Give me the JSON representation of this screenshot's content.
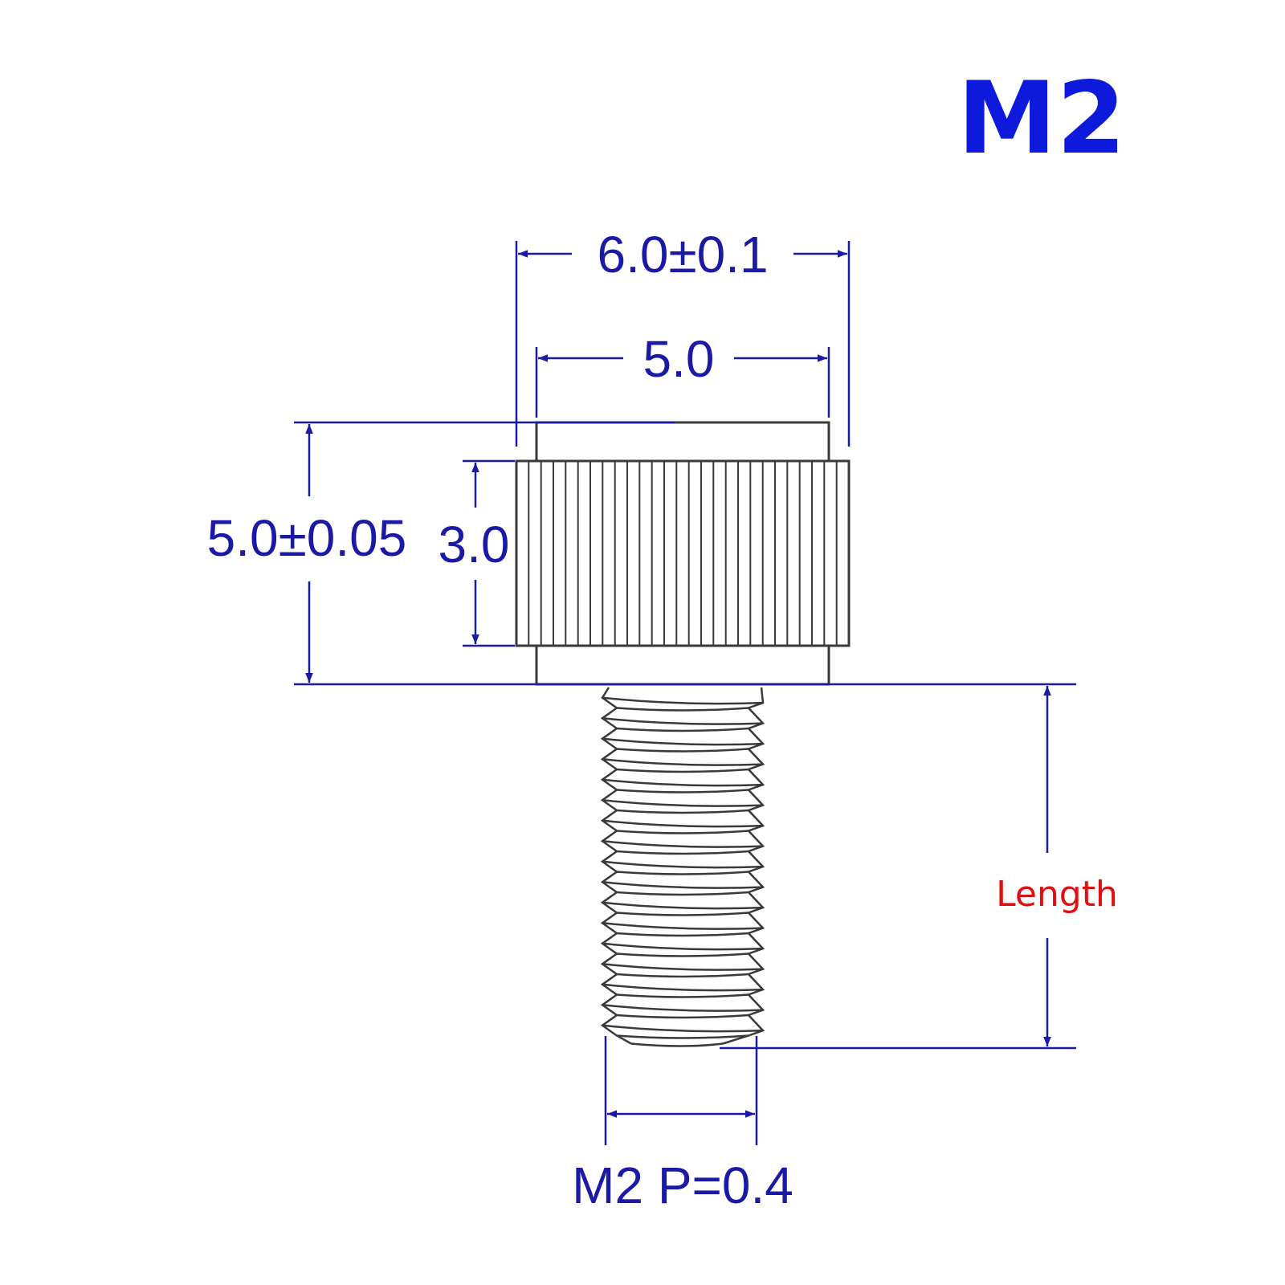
{
  "title": "M2",
  "dimensions": {
    "head_outer_width": "6.0±0.1",
    "head_inner_width": "5.0",
    "total_head_height": "5.0±0.05",
    "knurl_height": "3.0",
    "length_label": "Length",
    "thread_spec": "M2 P=0.4"
  },
  "colors": {
    "title": "#0d1adb",
    "dimension_line": "#1a1aa6",
    "dimension_text": "#1a1aa6",
    "part_outline": "#3a3a3a",
    "length_label": "#e01010"
  }
}
